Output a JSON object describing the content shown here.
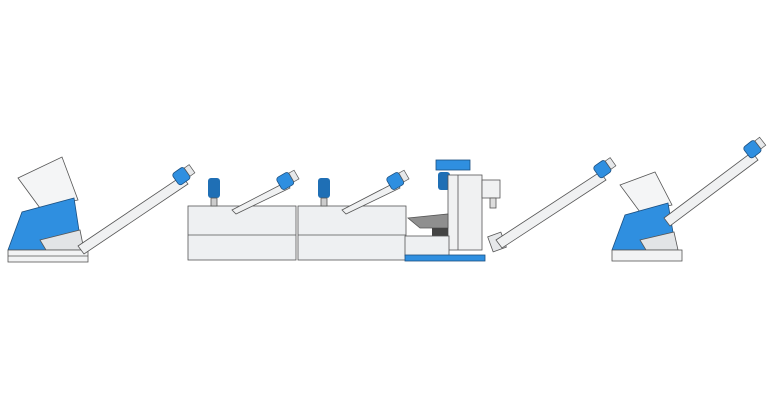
{
  "colors": {
    "accent_blue": "#2f8fe0",
    "motor_dark": "#1f6fb5",
    "body_light": "#eef0f2",
    "outline": "#555555",
    "grey": "#9a9a9a"
  },
  "machines": [
    {
      "type": "crusher",
      "icon": "crusher-icon"
    },
    {
      "type": "screw-conveyor",
      "icon": "screw-conveyor-icon"
    },
    {
      "type": "washing-tank",
      "icon": "washing-tank-icon"
    },
    {
      "type": "washing-tank",
      "icon": "washing-tank-icon"
    },
    {
      "type": "dewatering-machine",
      "icon": "dewatering-icon"
    },
    {
      "type": "screw-conveyor",
      "icon": "screw-conveyor-icon"
    },
    {
      "type": "crusher",
      "icon": "crusher-icon"
    },
    {
      "type": "screw-conveyor",
      "icon": "screw-conveyor-icon"
    }
  ]
}
